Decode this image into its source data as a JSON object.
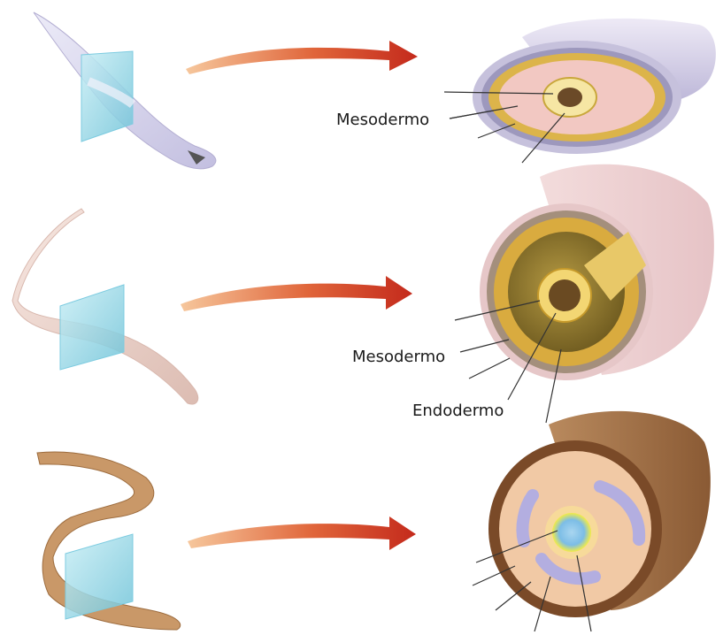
{
  "labels": {
    "row1_mesodermo": "Mesodermo",
    "row2_mesodermo": "Mesodermo",
    "row2_endodermo": "Endodermo"
  },
  "colors": {
    "arrow_start": "#f2b27a",
    "arrow_end": "#c8281c",
    "cut_plane": "#9fd8e6",
    "flatworm": "#d9d6ef",
    "roundworm": "#f0d9d1",
    "earthworm": "#c99766",
    "ring_outer_1": "#c7c2de",
    "ring_mid_1": "#e0b84d",
    "ring_inner_1": "#f2c9c2",
    "ring_outer_2": "#e9c8c8",
    "ring_mid_2": "#d7a93c",
    "ring_cavity_2": "#8c7a2e",
    "ring_outer_3": "#7a4a28",
    "ring_body_3": "#f2cba8",
    "ring_coelom_3": "#b7b3e2",
    "ring_gut_3": "#f4ec4a"
  },
  "icons": [
    "flatworm-illustration",
    "roundworm-illustration",
    "earthworm-illustration",
    "arrow-icon",
    "cross-section-illustration"
  ]
}
